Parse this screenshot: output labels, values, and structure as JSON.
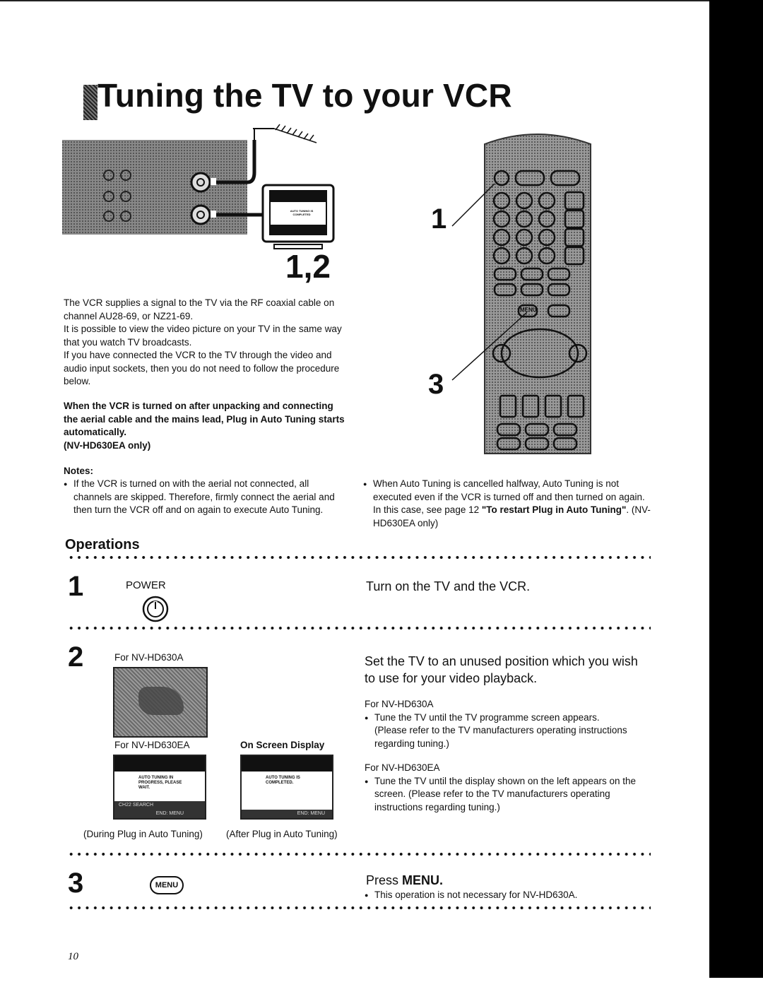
{
  "page": {
    "title": "Tuning the TV to your VCR",
    "page_number": "10"
  },
  "figure": {
    "callout_12": "1,2",
    "screen_text": "AUTO TUNING IS COMPLETED",
    "remote_callout_1": "1",
    "remote_callout_3": "3",
    "remote_menu_label": "MENU"
  },
  "intro": {
    "p1": "The VCR supplies a signal to the TV via the RF coaxial cable on channel AU28-69, or NZ21-69.",
    "p2": "It is possible to view the video picture on your TV in the same way that you watch TV broadcasts.",
    "p3": "If you have connected the VCR to the TV through the video and audio input sockets, then you do not need to follow the procedure below.",
    "bold_note": "When the VCR is turned on after unpacking and connecting the aerial cable and the mains lead, Plug in Auto Tuning starts automatically.",
    "bold_model": "(NV-HD630EA only)"
  },
  "notes": {
    "heading": "Notes:",
    "left": "If the VCR is turned on with the aerial not connected, all channels are skipped. Therefore, firmly connect the aerial and then turn the VCR off and on again to execute Auto Tuning.",
    "right_pre": "When Auto Tuning is cancelled halfway, Auto Tuning is not executed even if the VCR is turned off and then turned on again. In this case, see page 12 ",
    "right_bold": "\"To restart Plug in Auto Tuning\"",
    "right_post": ". (NV-HD630EA only)"
  },
  "operations": {
    "heading": "Operations",
    "step1": {
      "number": "1",
      "button_label": "POWER",
      "instruction": "Turn on the TV and the VCR."
    },
    "step2": {
      "number": "2",
      "for_a": "For NV-HD630A",
      "for_ea": "For NV-HD630EA",
      "osd_label": "On Screen Display",
      "screen1_text": "AUTO TUNING IN PROGRESS, PLEASE WAIT.",
      "screen1_strip1": "CH22   SEARCH",
      "screen1_strip2": "END: MENU",
      "screen2_text": "AUTO TUNING IS COMPLETED.",
      "screen2_strip": "END: MENU",
      "caption_during": "(During Plug in Auto Tuning)",
      "caption_after": "(After Plug in Auto Tuning)",
      "instruction": "Set the TV to an unused position which you wish to use for your video playback.",
      "sub_a_head": "For NV-HD630A",
      "sub_a_text": "Tune the TV until the TV programme screen appears. (Please refer to the TV manufacturers operating instructions regarding tuning.)",
      "sub_ea_head": "For NV-HD630EA",
      "sub_ea_text": "Tune the TV until the display shown on the left appears on the screen. (Please refer to the TV manufacturers operating instructions regarding tuning.)"
    },
    "step3": {
      "number": "3",
      "button_label": "MENU",
      "instruction_pre": "Press ",
      "instruction_bold": "MENU.",
      "note": "This operation is not necessary for NV-HD630A."
    }
  }
}
